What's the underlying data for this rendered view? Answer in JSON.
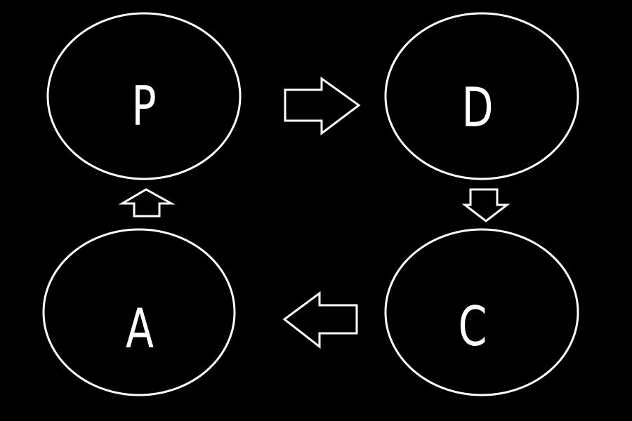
{
  "colors": {
    "background": "#000000",
    "stroke": "#ffffff",
    "text": "#ffffff"
  },
  "nodes": [
    {
      "id": "plan",
      "label": "P"
    },
    {
      "id": "do",
      "label": "D"
    },
    {
      "id": "check",
      "label": "C"
    },
    {
      "id": "act",
      "label": "A"
    }
  ],
  "edges": [
    {
      "from": "P",
      "to": "D",
      "direction": "right"
    },
    {
      "from": "D",
      "to": "C",
      "direction": "down"
    },
    {
      "from": "C",
      "to": "A",
      "direction": "left"
    },
    {
      "from": "A",
      "to": "P",
      "direction": "up"
    }
  ]
}
